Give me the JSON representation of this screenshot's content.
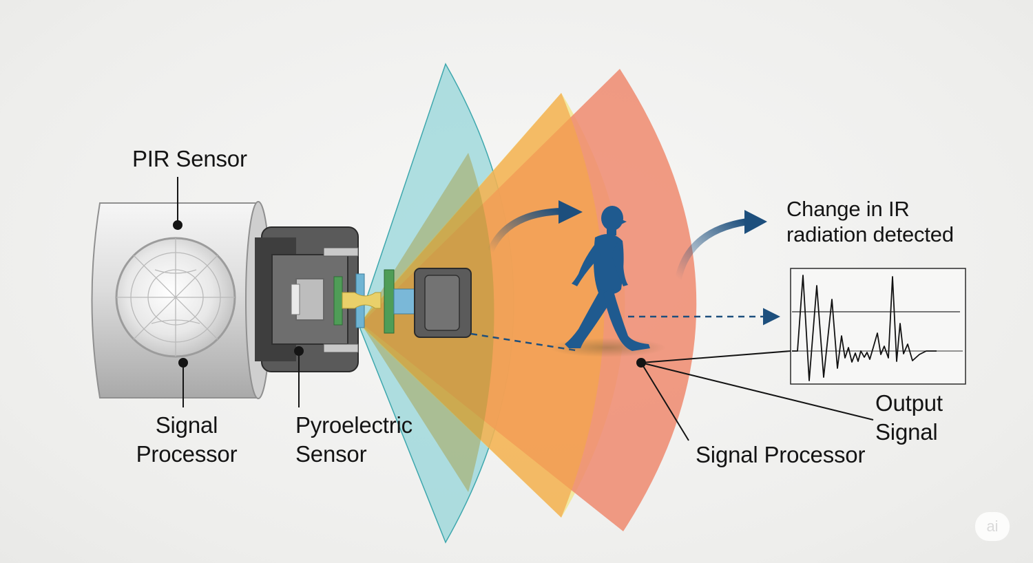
{
  "labels": {
    "pir_sensor": "PIR Sensor",
    "signal_processor_left": [
      "Signal",
      "Processor"
    ],
    "pyroelectric_sensor": [
      "Pyroelectric",
      "Sensor"
    ],
    "change_in_ir": [
      "Change in IR",
      "radiation detected"
    ],
    "output_signal": [
      "Output",
      "Signal"
    ],
    "signal_processor_right": "Signal Processor"
  },
  "watermark": "ai",
  "colors": {
    "zone_teal": "#7fcfd3",
    "zone_yellow": "#f3e36a",
    "zone_orange": "#f3a64b",
    "zone_red": "#ee8a6e",
    "figure_blue": "#1f5a8f",
    "arrow_blue": "#1d4f7d",
    "housing": "#dedede",
    "text": "#141414"
  },
  "icons": [
    "walking-person-icon",
    "curved-arrow-icon",
    "lens-dome-icon",
    "signal-chart-icon"
  ]
}
